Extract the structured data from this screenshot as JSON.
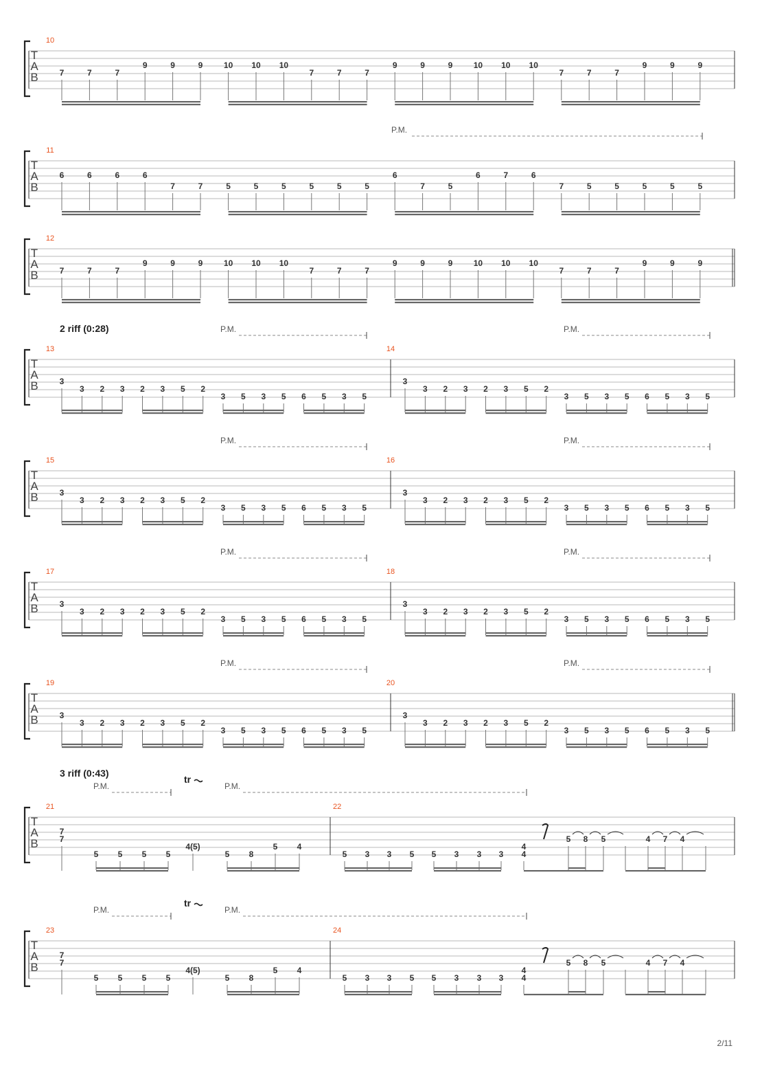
{
  "page_number": "2/11",
  "tab_label": [
    "T",
    "A",
    "B"
  ],
  "pm_label": "P.M.",
  "trill_label": "tr",
  "systems": [
    {
      "measure_numbers": [
        "10"
      ],
      "notes": [
        [
          "7",
          "7",
          "7",
          "9",
          "9",
          "9",
          "10",
          "10",
          "10",
          "7",
          "7",
          "7",
          "9",
          "9",
          "9",
          "10",
          "10",
          "10",
          "7",
          "7",
          "7",
          "9",
          "9",
          "9"
        ]
      ]
    },
    {
      "measure_numbers": [
        "11"
      ],
      "notes": [
        [
          "6",
          "6",
          "6",
          "6"
        ],
        [
          "7",
          "7",
          "5",
          "5",
          "5",
          "5",
          "5",
          "5"
        ],
        [
          "6",
          "6",
          "7",
          "6"
        ],
        [
          "7",
          "5",
          "5",
          "7",
          "5",
          "5",
          "5",
          "5",
          "5"
        ]
      ]
    },
    {
      "measure_numbers": [
        "12"
      ],
      "notes": [
        [
          "7",
          "7",
          "7",
          "9",
          "9",
          "9",
          "10",
          "10",
          "10",
          "7",
          "7",
          "7",
          "9",
          "9",
          "9",
          "10",
          "10",
          "10",
          "7",
          "7",
          "7",
          "9",
          "9",
          "9"
        ]
      ]
    },
    {
      "section_label": "2 riff (0:28)",
      "measure_numbers": [
        "13",
        "14"
      ],
      "riff_notes": [
        "3",
        "3",
        "2",
        "3",
        "2",
        "3",
        "5",
        "2",
        "3",
        "5",
        "3",
        "5",
        "6",
        "5",
        "3",
        "5"
      ]
    },
    {
      "measure_numbers": [
        "15",
        "16"
      ],
      "riff_notes": [
        "3",
        "3",
        "2",
        "3",
        "2",
        "3",
        "5",
        "2",
        "3",
        "5",
        "3",
        "5",
        "6",
        "5",
        "3",
        "5"
      ]
    },
    {
      "measure_numbers": [
        "17",
        "18"
      ],
      "riff_notes": [
        "3",
        "3",
        "2",
        "3",
        "2",
        "3",
        "5",
        "2",
        "3",
        "5",
        "3",
        "5",
        "6",
        "5",
        "3",
        "5"
      ]
    },
    {
      "measure_numbers": [
        "19",
        "20"
      ],
      "riff_notes": [
        "3",
        "3",
        "2",
        "3",
        "2",
        "3",
        "5",
        "2",
        "3",
        "5",
        "3",
        "5",
        "6",
        "5",
        "3",
        "5"
      ]
    },
    {
      "section_label": "3 riff (0:43)",
      "measure_numbers": [
        "21",
        "22"
      ],
      "notes_a": [
        "7",
        "7",
        "5",
        "5",
        "5",
        "5",
        "4(5)",
        "5",
        "8",
        "5",
        "4"
      ],
      "notes_b": [
        "5",
        "3",
        "3",
        "5",
        "5",
        "3",
        "3",
        "3",
        "4",
        "4",
        "5",
        "8",
        "5",
        "4",
        "7",
        "4"
      ]
    },
    {
      "measure_numbers": [
        "23",
        "24"
      ],
      "notes_a": [
        "7",
        "7",
        "5",
        "5",
        "5",
        "5",
        "4(5)",
        "5",
        "8",
        "5",
        "4"
      ],
      "notes_b": [
        "5",
        "3",
        "3",
        "5",
        "5",
        "3",
        "3",
        "3",
        "4",
        "4",
        "5",
        "8",
        "5",
        "4",
        "7",
        "4"
      ]
    }
  ]
}
